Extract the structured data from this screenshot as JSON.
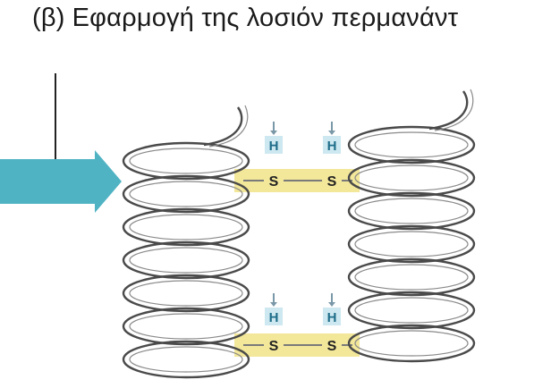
{
  "title": {
    "label": "(β)",
    "text": "Εφαρμογή της λοσιόν περμανάντ"
  },
  "diagram": {
    "bonds": [
      {
        "left_atom": "S",
        "right_atom": "S",
        "h_labels": [
          "H",
          "H"
        ]
      },
      {
        "left_atom": "S",
        "right_atom": "S",
        "h_labels": [
          "H",
          "H"
        ]
      }
    ],
    "colors": {
      "arrow": "#4fb3c3",
      "bond_band": "#f3e79a",
      "h_box": "#cde8f0",
      "h_text": "#1f6d8a",
      "coil": "#4a4a4a"
    }
  }
}
